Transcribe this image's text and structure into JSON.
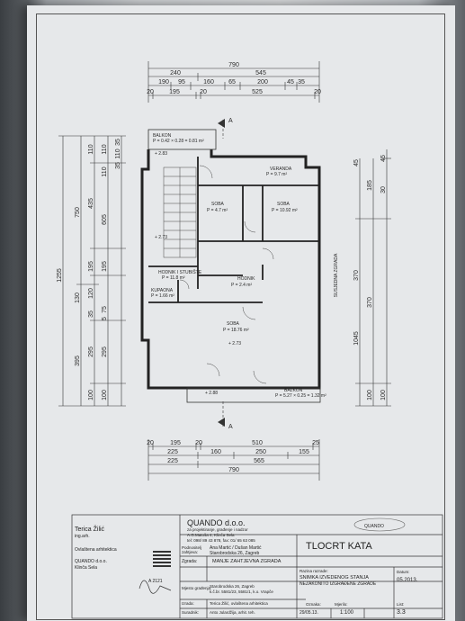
{
  "top_dimensions": {
    "row1": [
      "790"
    ],
    "row2": [
      "240",
      "545"
    ],
    "row3": [
      "190",
      "95",
      "160",
      "65",
      "200",
      "45",
      "35"
    ],
    "row4": [
      "20",
      "195",
      "20",
      "525",
      "20"
    ]
  },
  "bottom_dimensions": {
    "row1": [
      "20",
      "195",
      "20",
      "510",
      "25"
    ],
    "row2": [
      "225",
      "160",
      "250",
      "155"
    ],
    "row3": [
      "225",
      "565"
    ],
    "row4": [
      "790"
    ]
  },
  "left_dimensions": {
    "outer": "1255",
    "col2": [
      "750",
      "130",
      "395"
    ],
    "col3": [
      "110",
      "435",
      "195",
      "120",
      "35",
      "295",
      "100"
    ],
    "col4": [
      "110",
      "110",
      "605",
      "195",
      "75",
      "5",
      "295",
      "100"
    ],
    "col5": [
      "35",
      "110",
      "35"
    ]
  },
  "right_dimensions": {
    "col1": [
      "45",
      "370",
      "1045"
    ],
    "col2": [
      "185",
      "370",
      "100"
    ],
    "col3": [
      "45",
      "30",
      "100"
    ]
  },
  "section_marks": {
    "top": "A",
    "bottom": "A"
  },
  "rooms": [
    {
      "name": "BALKON",
      "area": "P = 0.42 × 0.28 = 0.81 m²"
    },
    {
      "name": "VERANDA",
      "area": "P = 9.7 m²"
    },
    {
      "name": "SOBA",
      "area": "P = 4.7 m²"
    },
    {
      "name": "SOBA",
      "area": "P = 10.92 m²"
    },
    {
      "name": "HODNIK I STUBIŠTE",
      "area": "P = 11.8 m²"
    },
    {
      "name": "HODNIK",
      "area": "P = 2.4 m²"
    },
    {
      "name": "KUPAONA",
      "area": "P = 1.66 m²"
    },
    {
      "name": "SOBA",
      "area": "P = 18.76 m²"
    },
    {
      "name": "BALKON",
      "area": "P = 5.27 × 0.25 = 1.32 m²"
    }
  ],
  "levels": [
    "+ 2.83",
    "+ 2.73",
    "+ 2.73",
    "+ 2.88"
  ],
  "side_label": "SUSJEDNA ZGRADA",
  "title_block": {
    "author_name": "Terica Žilić",
    "author_title": "ing.arh.",
    "author_role": "Ovlaštena arhitektica",
    "author_company": "QUANDO d.o.o.",
    "author_location": "Klinča Sela",
    "license": "A 2121",
    "company_name": "QUANDO d.o.o.",
    "company_desc": "za projektiranje, građenje i nadzor",
    "company_address": "A.G.Matoša 4, Klinča Sela",
    "company_tel": "tel: 098/ 89 43 878, fax: 01/ 65 63 085",
    "logo_text": "QUANDO",
    "drawing_title": "TLOCRT KATA",
    "podnositelj_label": "Podnositelj zahtjeva:",
    "podnositelj_value": "Ana Martić / Dušan Martić",
    "podnositelj_address": "Starobrodska 26, Zagreb",
    "zgrada_label": "Zgrada:",
    "zgrada_value": "MANJE ZAHTJEVNA ZGRADA",
    "razina_label": "Razina razrade:",
    "razina_value1": "SNIMKA IZVEDENOG STANJA",
    "razina_value2": "NEZAKONITO IZGRAĐENE ZGRADE",
    "datum_label": "Datum:",
    "datum_value": "05.2013.",
    "mjesto_label": "Mjesto građenja:",
    "mjesto_value1": "Starobrodska 26, Zagreb",
    "mjesto_value2": "k.č.br. 5581/23, 5581/1, k.o. Vrapče",
    "mjesto_value3": "Terica Žilić, ovlaštena arhitektica",
    "izrada_label": "Izrada:",
    "suradnik_label": "Suradnik:",
    "suradnik_value": "Anto Julardžija, arhit. teh.",
    "oznaka_label": "Oznaka:",
    "oznaka_value": "29/05.13.",
    "mjerilo_label": "Mjerilo:",
    "mjerilo_value": "1:100",
    "list_label": "List:",
    "list_value": "3.3"
  }
}
